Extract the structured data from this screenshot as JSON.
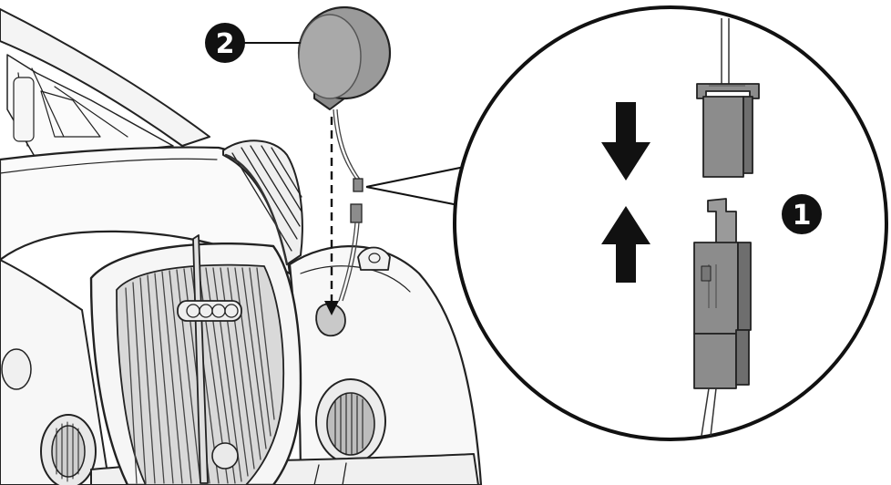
{
  "diagram": {
    "steps": [
      {
        "number": "1",
        "subject": "wire-connector-pair"
      },
      {
        "number": "2",
        "subject": "headlight-lamp"
      }
    ],
    "icons": [
      "down-arrow-icon",
      "up-arrow-icon",
      "connector-female",
      "connector-male"
    ],
    "colors": {
      "background": "#ffffff",
      "line": "#222222",
      "car_body": "#fafafa",
      "lamp_gray": "#9a9a9a",
      "connector_gray": "#8c8c8c",
      "badge": "#111111",
      "badge_text": "#ffffff"
    }
  }
}
